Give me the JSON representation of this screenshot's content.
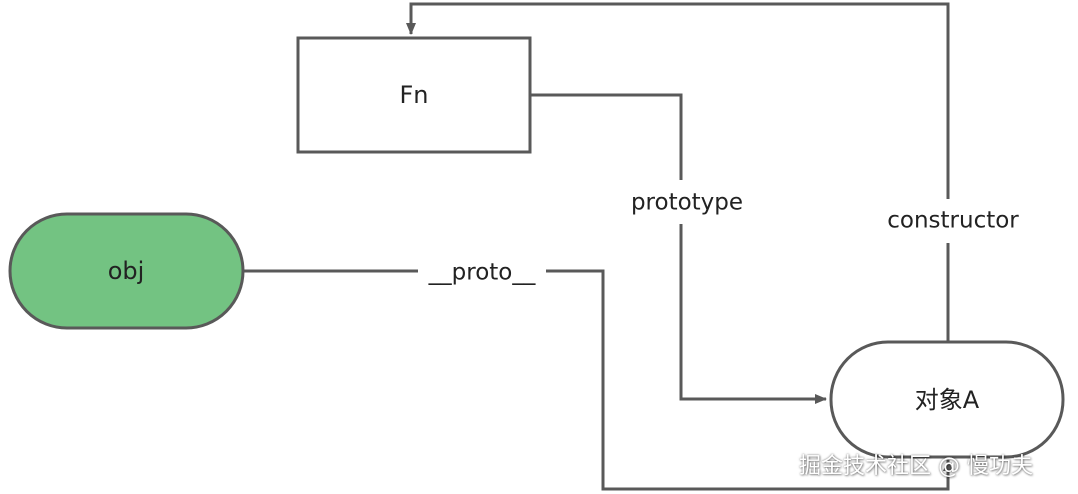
{
  "nodes": {
    "fn": {
      "label": "Fn",
      "fill": "#ffffff",
      "stroke": "#595959"
    },
    "obj": {
      "label": "obj",
      "fill": "#73c382",
      "stroke": "#595959"
    },
    "object_a": {
      "label": "对象A",
      "fill": "#ffffff",
      "stroke": "#595959"
    }
  },
  "edges": {
    "prototype": {
      "label": "prototype",
      "from": "Fn",
      "to": "对象A"
    },
    "proto": {
      "label": "__proto__",
      "from": "obj",
      "to": "对象A"
    },
    "constructor": {
      "label": "constructor",
      "from": "对象A",
      "to": "Fn"
    }
  },
  "colors": {
    "edge": "#595959",
    "obj_fill": "#73c382",
    "text": "#222222"
  },
  "watermark": "掘金技术社区 @ 慢功夫"
}
